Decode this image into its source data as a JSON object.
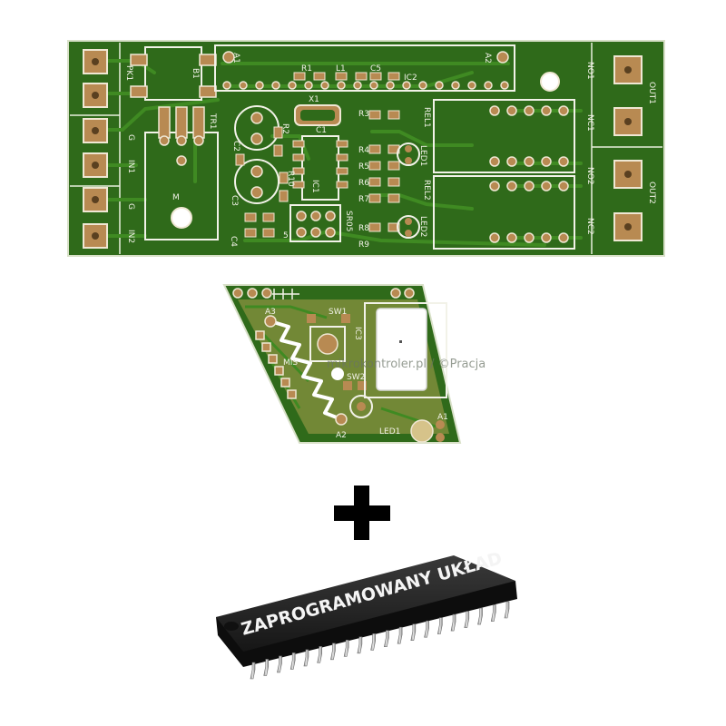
{
  "board_top": {
    "labels": {
      "pk1": "PK1",
      "b1": "B1",
      "a1": "A1",
      "a2": "A2",
      "r1": "R1",
      "l1": "L1",
      "c5": "C5",
      "ic2": "IC2",
      "x1": "X1",
      "tr1": "TR1",
      "c1": "C1",
      "c2": "C2",
      "c3": "C3",
      "c4": "C4",
      "r2": "R2",
      "r10": "R10",
      "r3": "R3",
      "r4": "R4",
      "r5": "R5",
      "r6": "R6",
      "r7": "R7",
      "r8": "R8",
      "r9": "R9",
      "rel1": "REL1",
      "rel2": "REL2",
      "led1": "LED1",
      "led2": "LED2",
      "ic1": "IC1",
      "sr05": "SR05",
      "in1": "IN1",
      "in2": "IN2",
      "g1": "G",
      "g2": "G",
      "m_label": "M",
      "pin5": "5",
      "no1": "NO1",
      "nc1": "NC1",
      "no2": "NO2",
      "nc2": "NC2",
      "out1": "OUT1",
      "out2": "OUT2"
    }
  },
  "board_small": {
    "labels": {
      "sw1": "SW1",
      "sw2": "SW2",
      "ic3": "IC3",
      "a3": "A3",
      "a2": "A2",
      "a1": "A1",
      "led1": "LED1",
      "m_small": "MIS",
      "watermark": "mikrokontroler.pl / ©Pracja"
    }
  },
  "plus_sign": "+",
  "chip": {
    "label": "ZAPROGRAMOWANY UKŁAD",
    "pin_count_per_side": 20
  },
  "colors": {
    "board_green": "#2f6a1a",
    "board_dark": "#26520f",
    "copper_pad": "#b88a52",
    "silk": "#f2f2e8",
    "chip_body": "#1e1e1e",
    "pin_silver": "#c8c8c8"
  }
}
